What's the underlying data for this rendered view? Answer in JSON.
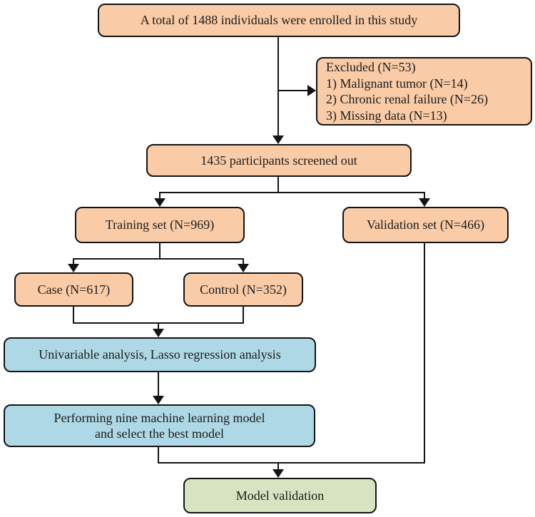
{
  "diagram_type": "study-enrollment-flowchart",
  "nodes": {
    "enrolled": "A total of 1488 individuals were enrolled in this study",
    "excluded": {
      "line1": "Excluded (N=53)",
      "line2": "1) Malignant tumor (N=14)",
      "line3": "2) Chronic renal failure (N=26)",
      "line4": "3) Missing data (N=13)"
    },
    "screened": "1435 participants screened out",
    "training": "Training set (N=969)",
    "validation": "Validation set (N=466)",
    "case": "Case (N=617)",
    "control": "Control (N=352)",
    "univariable": "Univariable analysis, Lasso regression analysis",
    "ml_line1": "Performing nine machine learning model",
    "ml_line2": "and select the best model",
    "model_validation": "Model validation"
  },
  "colors": {
    "enrollment_boxes": "#f9cba6",
    "analysis_boxes": "#aed8e5",
    "validation_box": "#d8e3c1",
    "border_and_lines": "#141414",
    "background": "#ffffff"
  }
}
